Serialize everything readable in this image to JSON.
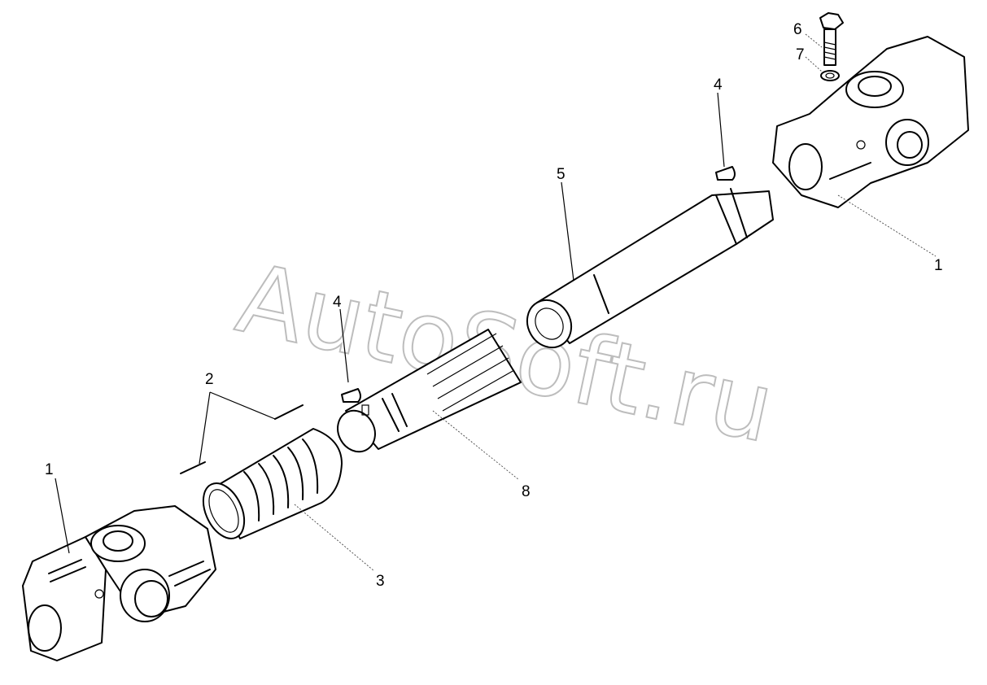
{
  "watermark": "AutoSoft.ru",
  "callouts": {
    "c1_left": "1",
    "c1_right": "1",
    "c2": "2",
    "c3": "3",
    "c4_left": "4",
    "c4_right": "4",
    "c5": "5",
    "c6": "6",
    "c7": "7",
    "c8": "8"
  }
}
